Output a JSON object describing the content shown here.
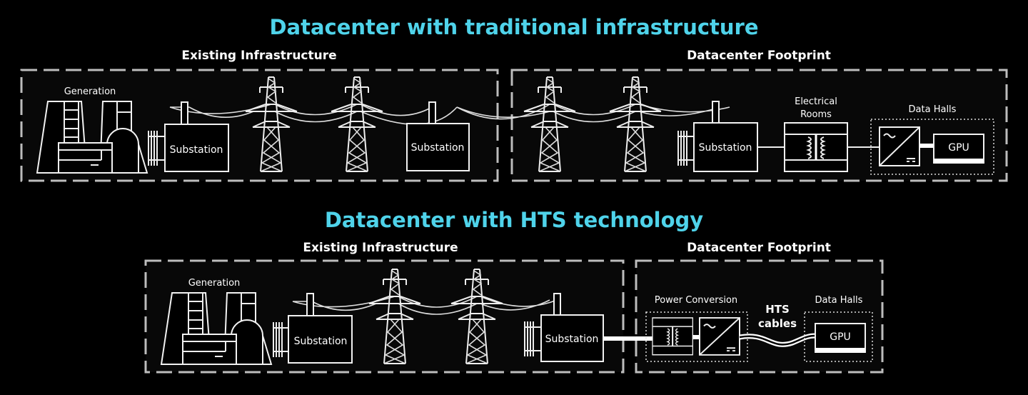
{
  "colors": {
    "title": "#4fd3ea",
    "background": "#000000",
    "line": "#f2f2f2"
  },
  "traditional": {
    "title": "Datacenter with traditional infrastructure",
    "existing_label": "Existing Infrastructure",
    "footprint_label": "Datacenter Footprint",
    "generation": "Generation",
    "substation1": "Substation",
    "substation2": "Substation",
    "substation3": "Substation",
    "electrical_rooms": [
      "Electrical",
      "Rooms"
    ],
    "data_halls": "Data Halls",
    "gpu": "GPU"
  },
  "hts": {
    "title": "Datacenter with HTS technology",
    "existing_label": "Existing Infrastructure",
    "footprint_label": "Datacenter Footprint",
    "generation": "Generation",
    "substation1": "Substation",
    "substation2": "Substation",
    "power_conversion": "Power Conversion",
    "hts_cables": [
      "HTS",
      "cables"
    ],
    "data_halls": "Data Halls",
    "gpu": "GPU"
  }
}
